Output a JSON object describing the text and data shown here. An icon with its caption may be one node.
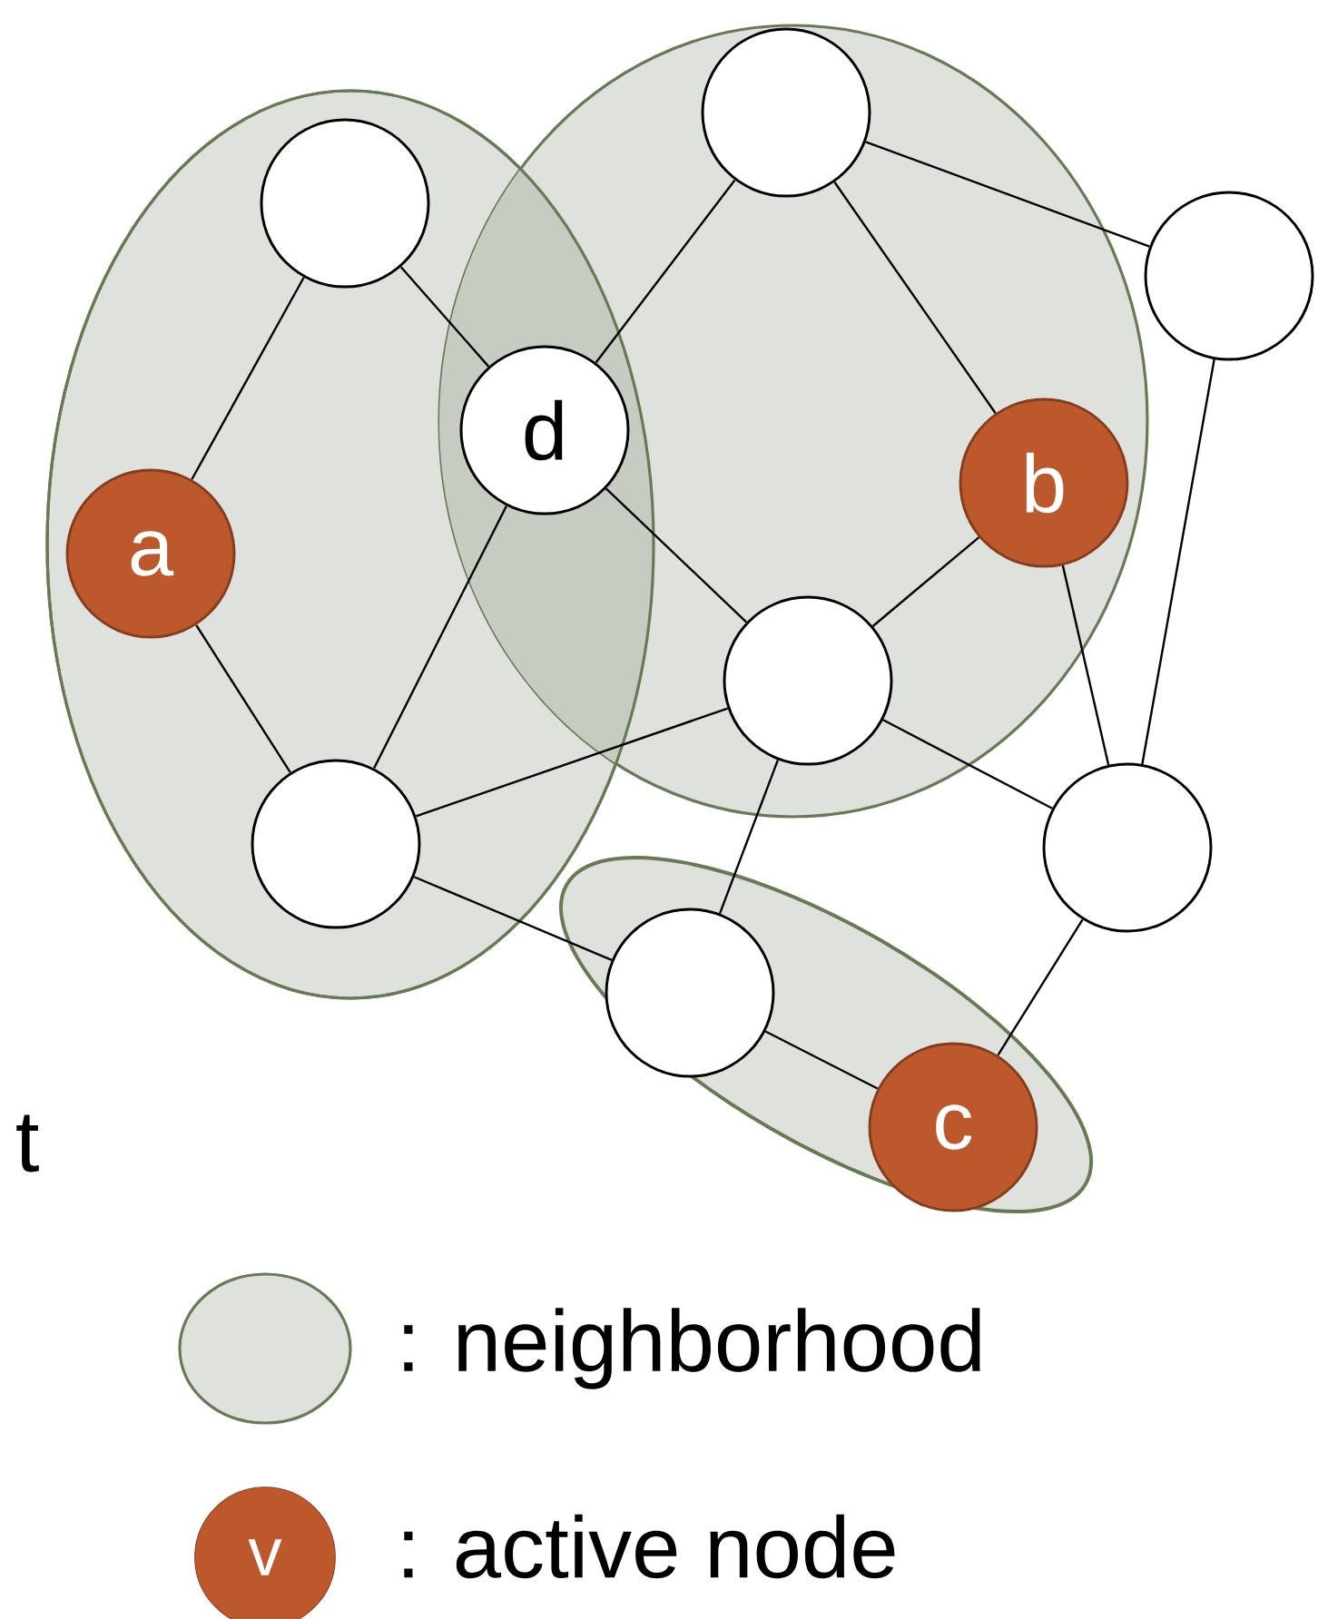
{
  "diagram": {
    "nodes": [
      {
        "text": [],
        "shape": "circle"
      },
      {
        "text": [
          "d"
        ]
      },
      {
        "text": [
          "a"
        ]
      },
      {
        "text": [],
        "shape": "circle"
      },
      {
        "text": [],
        "shape": "circle"
      },
      {
        "text": [],
        "shape": "circle"
      },
      {
        "text": [
          "b"
        ]
      },
      {
        "text": [],
        "shape": "circle"
      },
      {
        "text": [],
        "shape": "circle"
      },
      {
        "text": [],
        "shape": "circle"
      },
      {
        "text": [
          "c"
        ]
      }
    ],
    "edges": [
      {
        "from": 0,
        "to": 1,
        "arrow": "none"
      },
      {
        "from": 0,
        "to": 2,
        "arrow": "none"
      },
      {
        "from": 2,
        "to": 3,
        "arrow": "none"
      },
      {
        "from": 3,
        "to": 1,
        "arrow": "none"
      },
      {
        "from": 1,
        "to": 4,
        "arrow": "none"
      },
      {
        "from": 1,
        "to": 7,
        "arrow": "none"
      },
      {
        "from": 4,
        "to": 6,
        "arrow": "none"
      },
      {
        "from": 4,
        "to": 5,
        "arrow": "none"
      },
      {
        "from": 6,
        "to": 7,
        "arrow": "none"
      },
      {
        "from": 6,
        "to": 8,
        "arrow": "none"
      },
      {
        "from": 5,
        "to": 8,
        "arrow": "none"
      },
      {
        "from": 7,
        "to": 3,
        "arrow": "none"
      },
      {
        "from": 7,
        "to": 8,
        "arrow": "none"
      },
      {
        "from": 7,
        "to": 9,
        "arrow": "none"
      },
      {
        "from": 3,
        "to": 9,
        "arrow": "none"
      },
      {
        "from": 9,
        "to": 10,
        "arrow": "none"
      },
      {
        "from": 10,
        "to": 8,
        "arrow": "none"
      }
    ],
    "labels": [
      "t",
      "v"
    ],
    "legend": [
      {
        "text": ": neighborhood",
        "color": "#dfe1dc"
      },
      {
        "text": ": active node",
        "color": "#bd582c"
      }
    ]
  }
}
